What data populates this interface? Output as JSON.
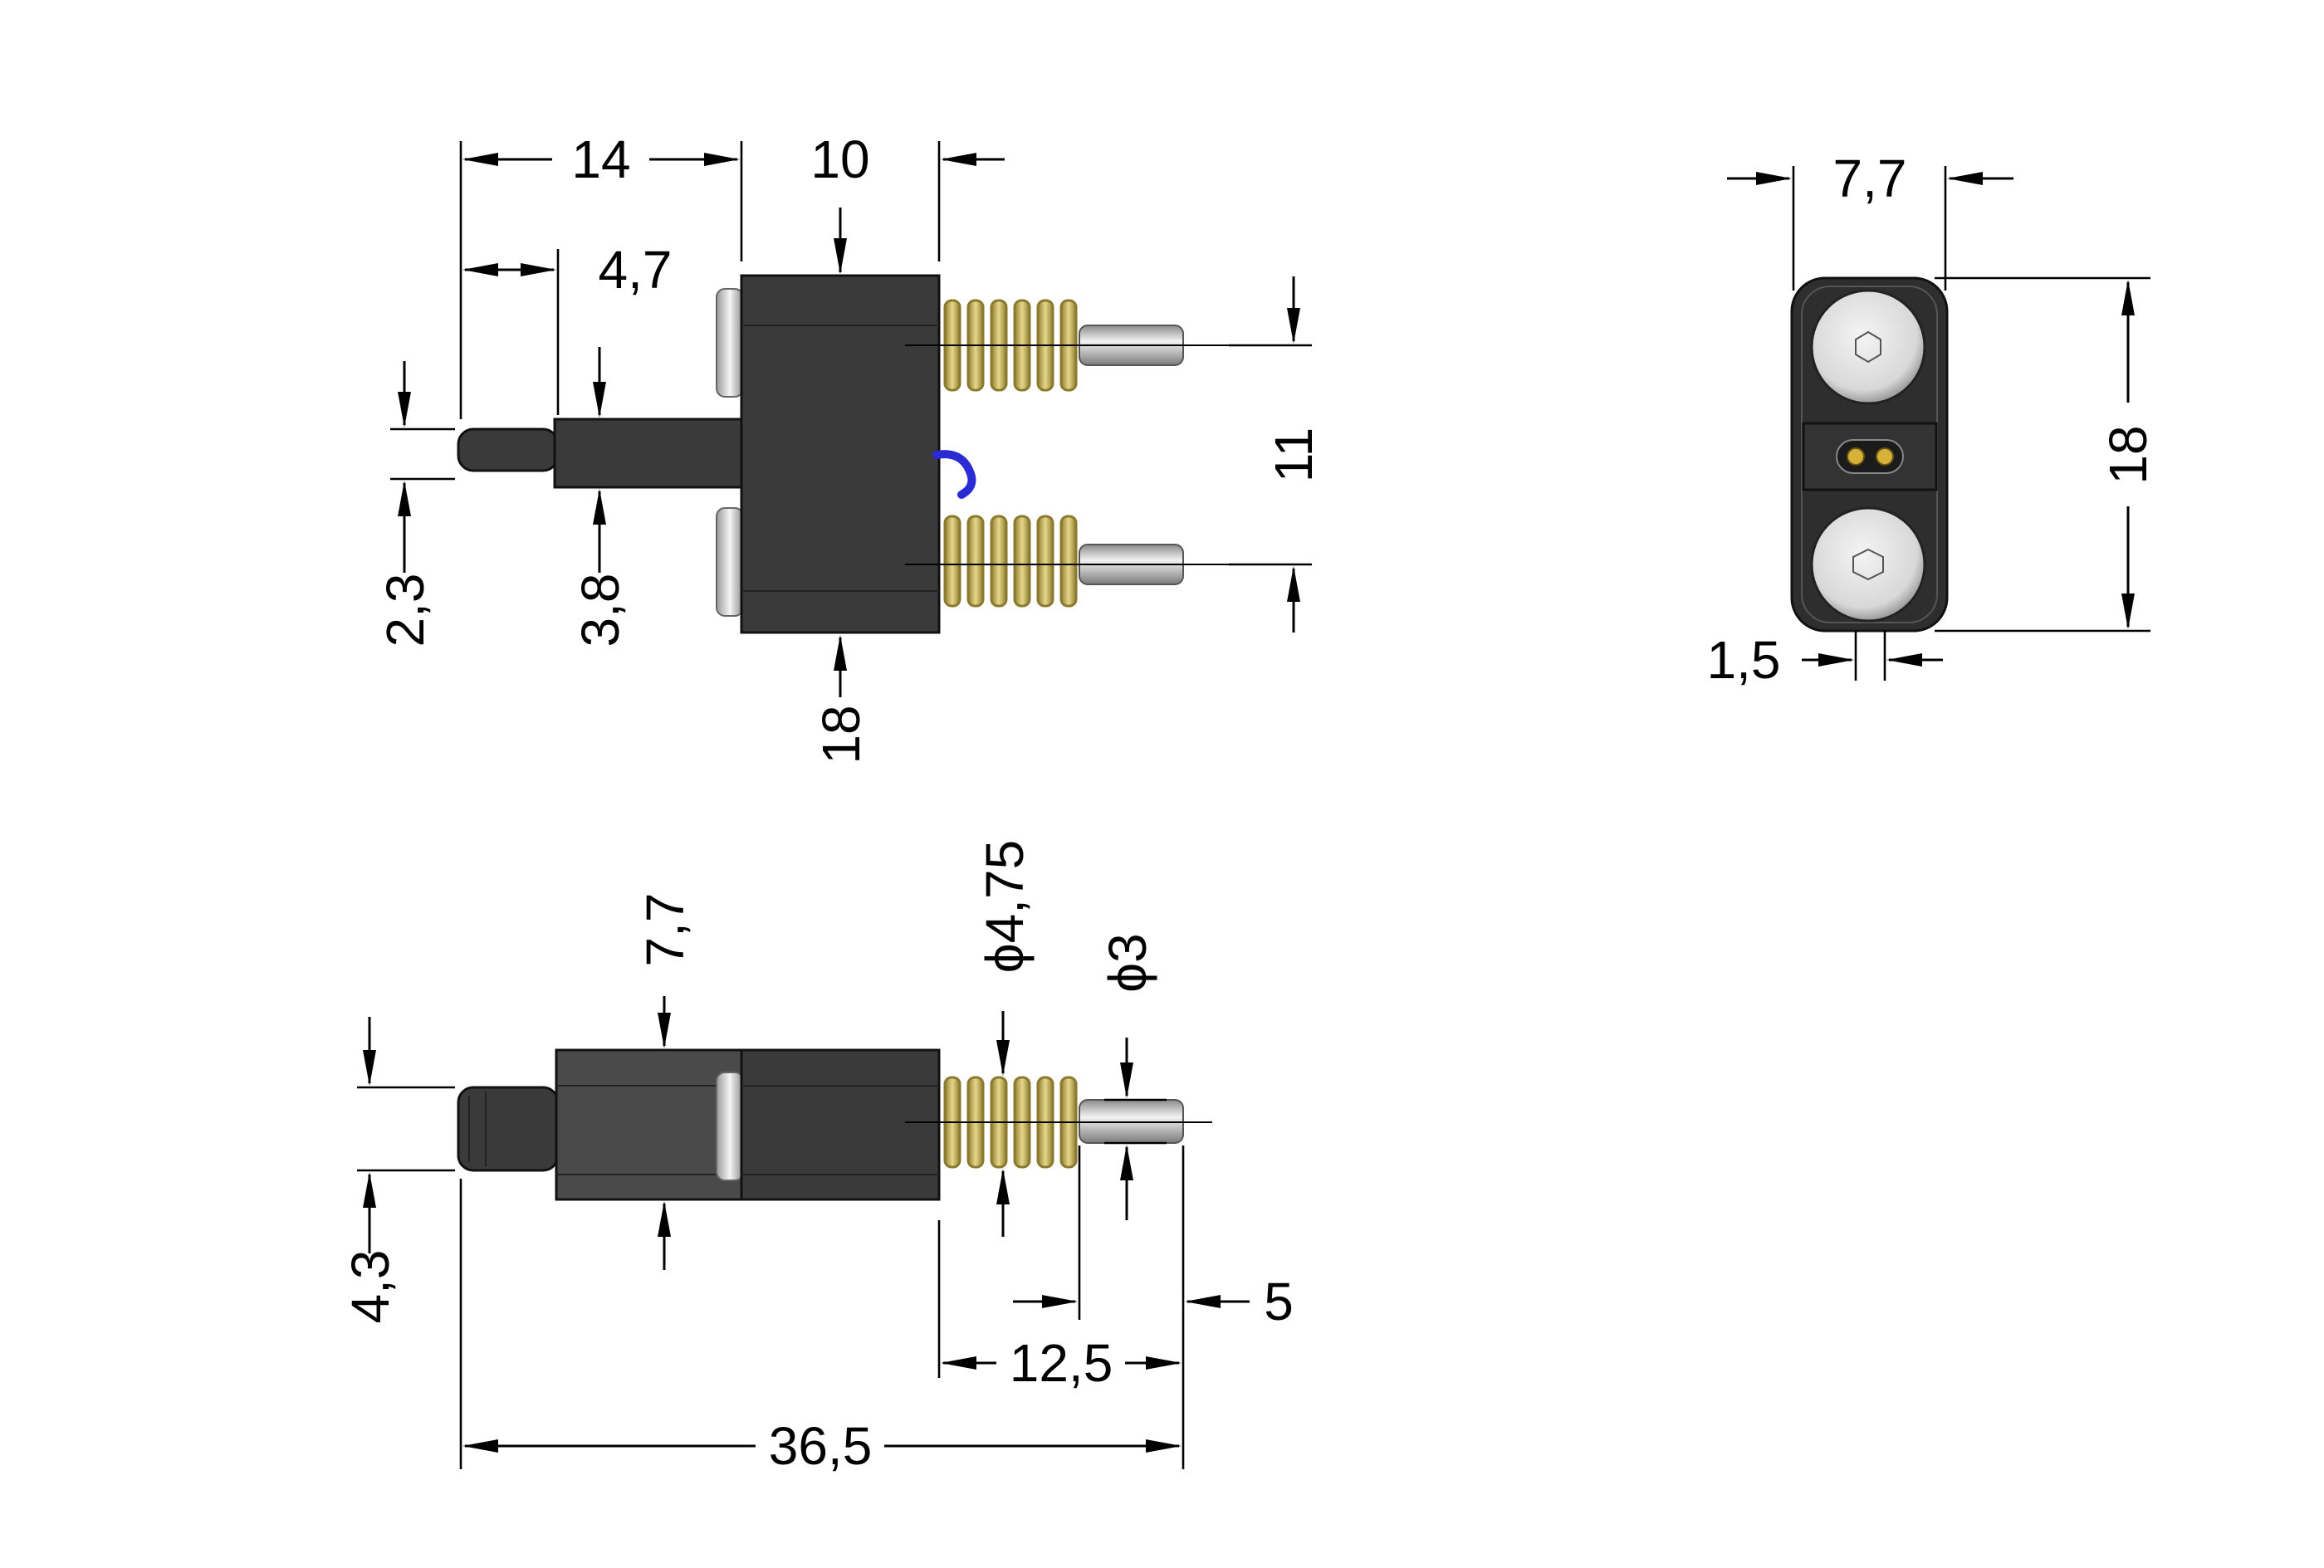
{
  "dimensions": {
    "top_view": {
      "d14": "14",
      "d10": "10",
      "d4_7": "4,7",
      "d2_3": "2,3",
      "d3_8": "3,8",
      "d11": "11",
      "d18": "18"
    },
    "side_view": {
      "d7_7": "7,7",
      "d4_75": "ϕ4,75",
      "d3": "ϕ3",
      "d4_3": "4,3",
      "d5": "5",
      "d12_5": "12,5",
      "d36_5": "36,5"
    },
    "end_view": {
      "d7_7": "7,7",
      "d18": "18",
      "d1_5": "1,5"
    }
  },
  "colors": {
    "housing": "#3a3a3a",
    "spring": "#c9b85a",
    "wire": "#2b2bd6",
    "pin": "#d0d0d0",
    "line": "#000000"
  }
}
